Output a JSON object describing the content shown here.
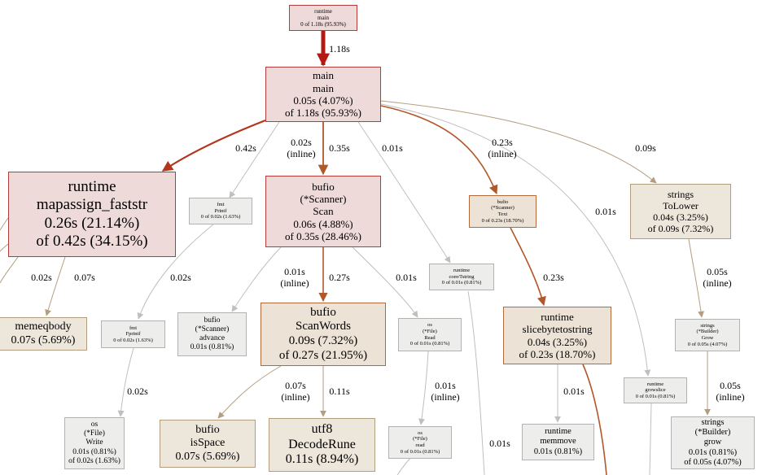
{
  "colors": {
    "gray_fill": "#ededec",
    "gray_border": "#b2b2b2",
    "gray_edge": "#bfbfbf",
    "tan_fill": "#ede6db",
    "tan_border": "#b29e7f",
    "tan_edge": "#b29e7f",
    "pink_fill": "#eddad9",
    "pink_border": "#b23c3a",
    "orange_fill": "#ede2d6",
    "orange_border": "#b26a3a",
    "orange_edge": "#b2572a",
    "dark_red": "#b21a12"
  },
  "nodes": {
    "runtime_main": {
      "lines": [
        "runtime",
        "main",
        "0 of 1.18s (95.93%)"
      ]
    },
    "main_main": {
      "lines": [
        "main",
        "main",
        "0.05s (4.07%)",
        "of 1.18s (95.93%)"
      ]
    },
    "mapassign": {
      "lines": [
        "runtime",
        "mapassign_faststr",
        "0.26s (21.14%)",
        "of 0.42s (34.15%)"
      ]
    },
    "fmt_printf": {
      "lines": [
        "fmt",
        "Printf",
        "0 of 0.02s (1.63%)"
      ]
    },
    "scanner_scan": {
      "lines": [
        "bufio",
        "(*Scanner)",
        "Scan",
        "0.06s (4.88%)",
        "of 0.35s (28.46%)"
      ]
    },
    "conv_tstring": {
      "lines": [
        "runtime",
        "convTstring",
        "0 of 0.01s (0.81%)"
      ]
    },
    "scanner_text": {
      "lines": [
        "bufio",
        "(*Scanner)",
        "Text",
        "0 of 0.23s (18.70%)"
      ]
    },
    "strings_tolower": {
      "lines": [
        "strings",
        "ToLower",
        "0.04s (3.25%)",
        "of 0.09s (7.32%)"
      ]
    },
    "memeqbody": {
      "lines": [
        "memeqbody",
        "0.07s (5.69%)"
      ]
    },
    "fmt_fprintf": {
      "lines": [
        "fmt",
        "Fprintf",
        "0 of 0.02s (1.63%)"
      ]
    },
    "scanner_advance": {
      "lines": [
        "bufio",
        "(*Scanner)",
        "advance",
        "0.01s (0.81%)"
      ]
    },
    "scanwords": {
      "lines": [
        "bufio",
        "ScanWords",
        "0.09s (7.32%)",
        "of 0.27s (21.95%)"
      ]
    },
    "file_read": {
      "lines": [
        "os",
        "(*File)",
        "Read",
        "0 of 0.01s (0.81%)"
      ]
    },
    "slicebytetostring": {
      "lines": [
        "runtime",
        "slicebytetostring",
        "0.04s (3.25%)",
        "of 0.23s (18.70%)"
      ]
    },
    "builder_grow": {
      "lines": [
        "strings",
        "(*Builder)",
        "Grow",
        "0 of 0.05s (4.07%)"
      ]
    },
    "growslice": {
      "lines": [
        "runtime",
        "growslice",
        "0 of 0.01s (0.81%)"
      ]
    },
    "file_write": {
      "lines": [
        "os",
        "(*File)",
        "Write",
        "0.01s (0.81%)",
        "of 0.02s (1.63%)"
      ]
    },
    "isspace": {
      "lines": [
        "bufio",
        "isSpace",
        "0.07s (5.69%)"
      ]
    },
    "decoderune": {
      "lines": [
        "utf8",
        "DecodeRune",
        "0.11s (8.94%)"
      ]
    },
    "file_read_lower": {
      "lines": [
        "os",
        "(*File)",
        "read",
        "0 of 0.01s (0.81%)"
      ]
    },
    "memmove": {
      "lines": [
        "runtime",
        "memmove",
        "0.01s (0.81%)"
      ]
    },
    "builder_grow_lower": {
      "lines": [
        "strings",
        "(*Builder)",
        "grow",
        "0.01s (0.81%)",
        "of 0.05s (4.07%)"
      ]
    }
  },
  "edges": {
    "rm_main": {
      "lines": [
        "1.18s"
      ]
    },
    "main_mapassign": {
      "lines": [
        "0.42s"
      ]
    },
    "main_printf": {
      "lines": [
        "0.02s",
        "(inline)"
      ]
    },
    "main_scan": {
      "lines": [
        "0.35s"
      ]
    },
    "main_conv": {
      "lines": [
        "0.01s"
      ]
    },
    "main_text": {
      "lines": [
        "0.23s",
        "(inline)"
      ]
    },
    "main_tolower": {
      "lines": [
        "0.09s"
      ]
    },
    "main_growslice": {
      "lines": [
        "0.01s"
      ]
    },
    "map_memeq_left": {
      "lines": [
        "0.02s"
      ]
    },
    "map_memeq": {
      "lines": [
        "0.07s"
      ]
    },
    "printf_fprintf": {
      "lines": [
        "0.02s"
      ]
    },
    "scan_advance": {
      "lines": [
        "0.01s",
        "(inline)"
      ]
    },
    "scan_scanwords": {
      "lines": [
        "0.27s"
      ]
    },
    "scan_read": {
      "lines": [
        "0.01s"
      ]
    },
    "text_slice": {
      "lines": [
        "0.23s"
      ]
    },
    "tolower_grow": {
      "lines": [
        "0.05s",
        "(inline)"
      ]
    },
    "fprintf_write": {
      "lines": [
        "0.02s"
      ]
    },
    "sw_isspace": {
      "lines": [
        "0.07s",
        "(inline)"
      ]
    },
    "sw_decode": {
      "lines": [
        "0.11s"
      ]
    },
    "read_read": {
      "lines": [
        "0.01s",
        "(inline)"
      ]
    },
    "conv_down": {
      "lines": [
        "0.01s"
      ]
    },
    "slice_memmove": {
      "lines": [
        "0.01s"
      ]
    },
    "grow_grow": {
      "lines": [
        "0.05s",
        "(inline)"
      ]
    }
  }
}
